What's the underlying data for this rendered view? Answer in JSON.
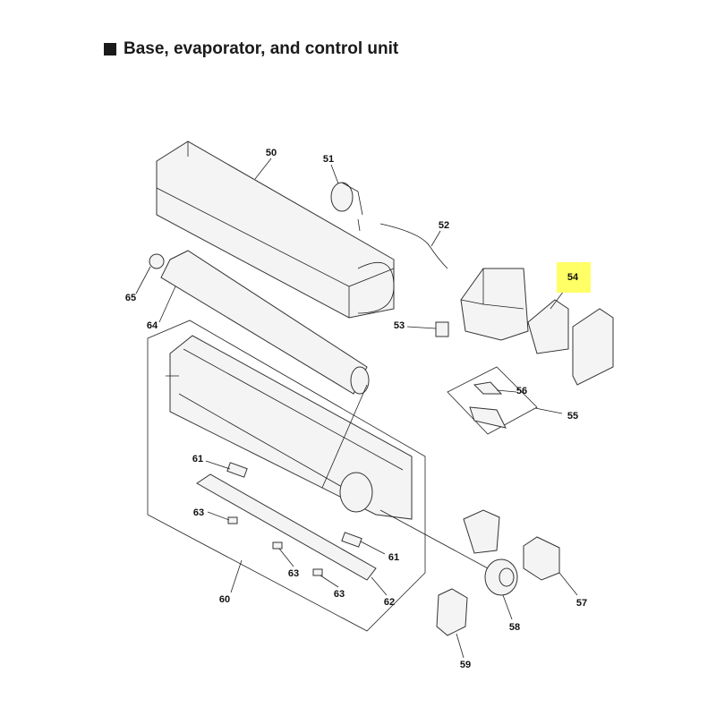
{
  "title": "Base, evaporator, and control unit",
  "highlight_color": "#ffff66",
  "callouts": {
    "p50": "50",
    "p51": "51",
    "p52": "52",
    "p53": "53",
    "p54": "54",
    "p55": "55",
    "p56": "56",
    "p57": "57",
    "p58": "58",
    "p59": "59",
    "p60": "60",
    "p61a": "61",
    "p61b": "61",
    "p62": "62",
    "p63a": "63",
    "p63b": "63",
    "p63c": "63",
    "p64": "64",
    "p65": "65"
  },
  "highlighted_part": "54"
}
